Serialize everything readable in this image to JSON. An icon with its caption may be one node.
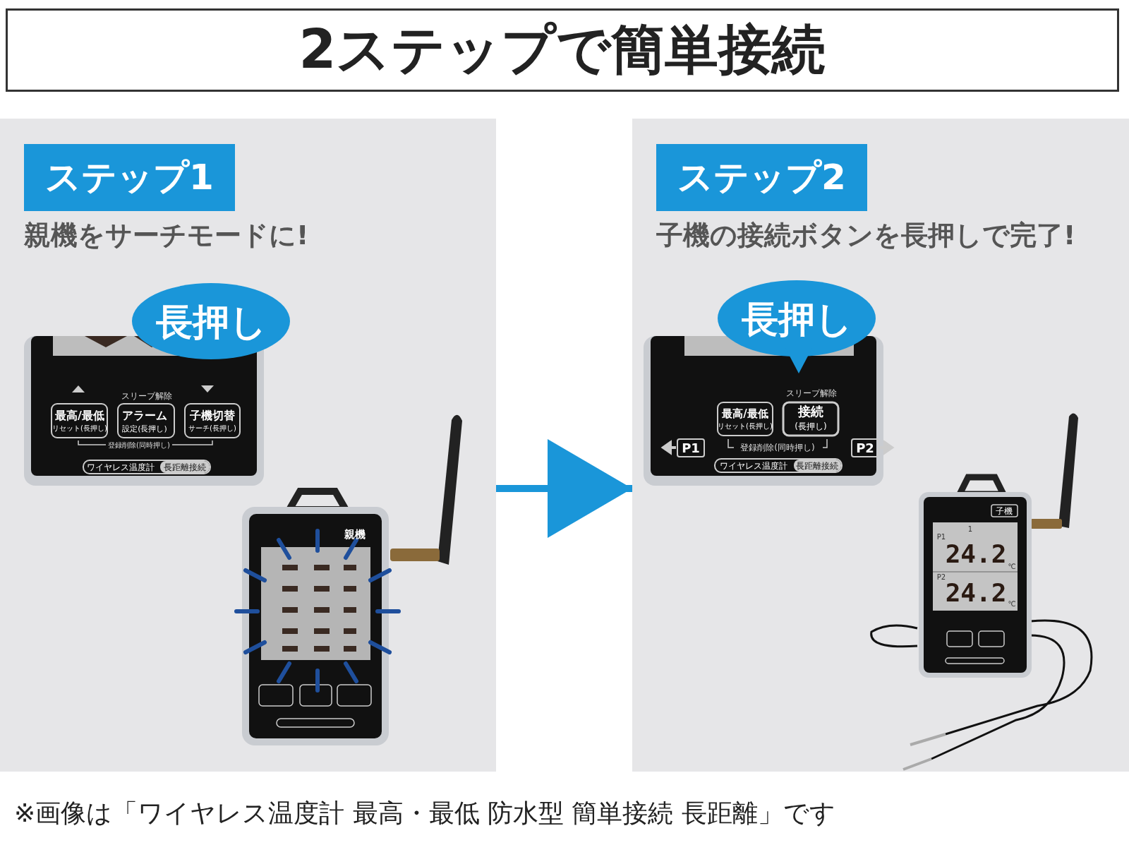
{
  "diagram": {
    "title": "2ステップで簡単接続",
    "caption": "※画像は「ワイヤレス温度計 最高・最低 防水型 簡単接続 長距離」です",
    "nodes": [
      {
        "text": [
          "ステップ1",
          "親機をサーチモードに!"
        ]
      },
      {
        "text": [
          "長押し"
        ],
        "in": 0
      },
      {
        "text": [
          "ステップ2",
          "子機の接続ボタンを長押しで完了!"
        ]
      },
      {
        "text": [
          "長押し"
        ],
        "in": 2
      }
    ],
    "edges": [
      {
        "from": 0,
        "to": 2,
        "arrow": "to"
      }
    ],
    "labels": [
      "スリープ解除",
      "最高/最低",
      "リセット(長押し)",
      "アラーム",
      "設定(長押し)",
      "子機切替",
      "サーチ(長押し)",
      "登録削除(同時押し)",
      "ワイヤレス温度計",
      "長距離接続",
      "親機",
      "スリープ解除",
      "最高/最低",
      "リセット(長押し)",
      "接続",
      "(長押し)",
      "P1",
      "登録削除(同時押し)",
      "P2",
      "ワイヤレス温度計",
      "長距離接続",
      "子機",
      "1",
      "P1",
      "24.2",
      "℃",
      "P2",
      "24.2",
      "℃"
    ]
  }
}
